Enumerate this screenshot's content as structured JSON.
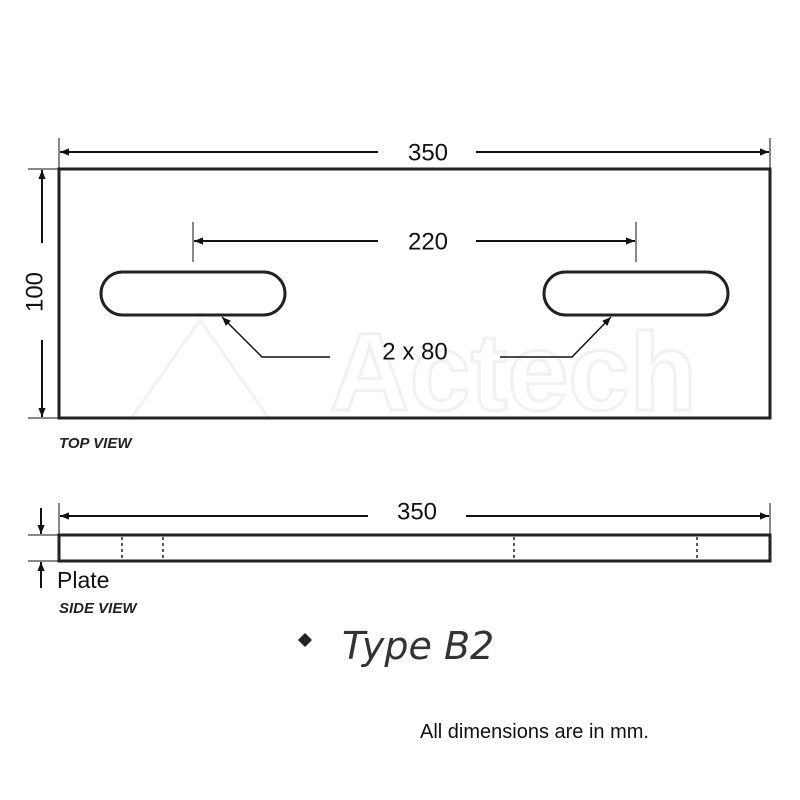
{
  "watermark": "Actech",
  "top_view": {
    "label": "TOP VIEW",
    "length_dim": "350",
    "width_dim": "100",
    "slot_spacing_dim": "220",
    "slot_callout": "2 x 80"
  },
  "side_view": {
    "label": "SIDE VIEW",
    "length_dim": "350",
    "thickness_label": "Plate"
  },
  "type_label": "Type B2",
  "note": "All dimensions are in mm."
}
